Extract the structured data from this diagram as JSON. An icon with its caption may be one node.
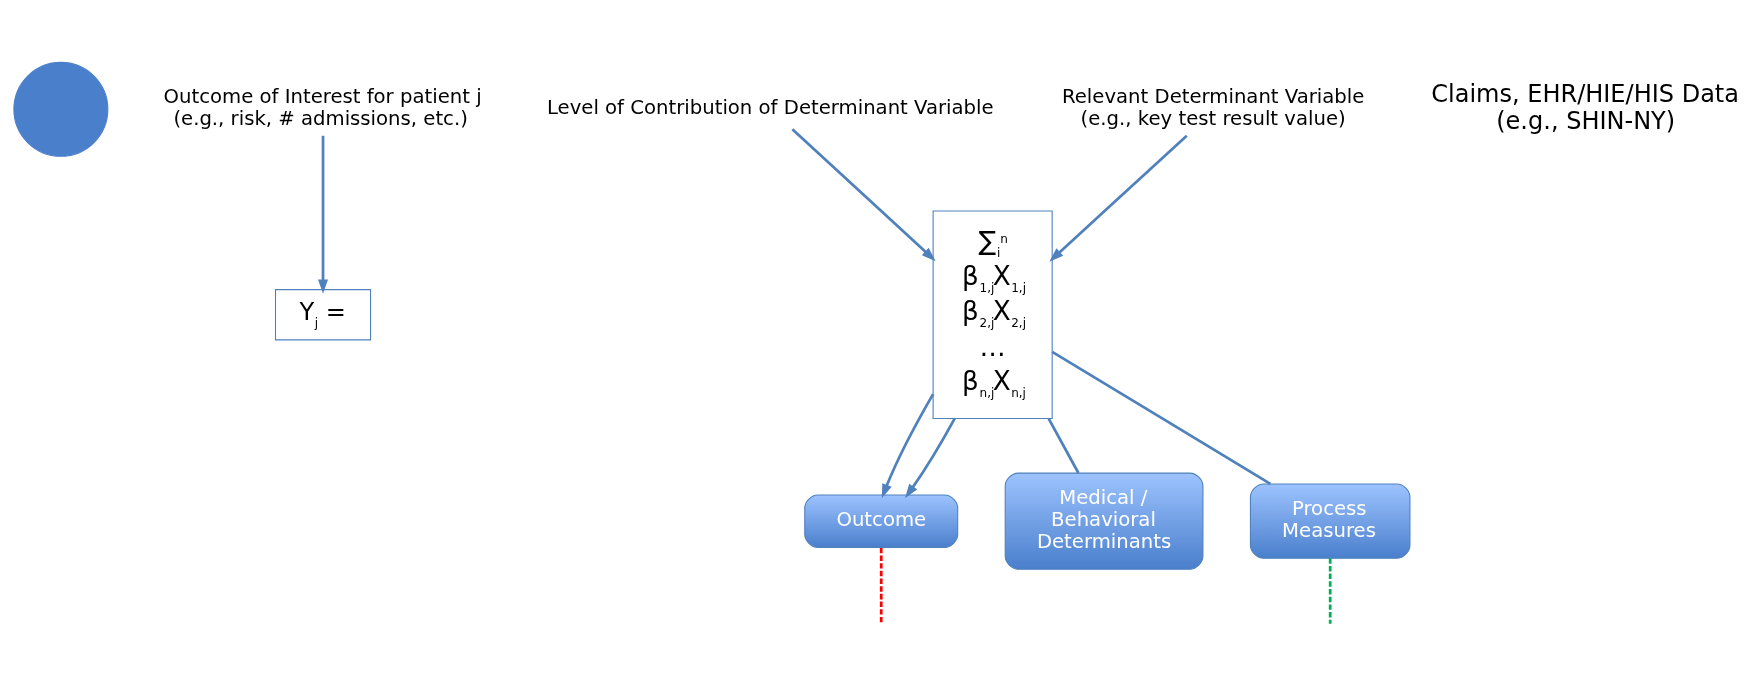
{
  "diagram": {
    "nodes": [
      {
        "text": [],
        "shape": "circle"
      },
      {
        "text": [
          "Outcome of Interest for patient j (e.g., risk, # admissions, etc.)"
        ]
      },
      {
        "text": [
          "Level of Contribution of Determinant Variable"
        ]
      },
      {
        "text": [
          "Relevant Determinant Variable (e.g., key test result value)"
        ]
      },
      {
        "text": [
          "Y$_{j}$ ="
        ]
      },
      {
        "text": [
          "∑$_{i}$$^{n}$",
          "β$_{1,j}$X$_{1,j}$",
          "β$_{2,j}$X$_{2,j}$",
          "…",
          "β$_{n,j}$X$_{n,j}$"
        ]
      },
      {
        "text": [
          "Outcome"
        ]
      },
      {
        "text": [
          "Medical / Behavioral Determinants"
        ]
      },
      {
        "text": [
          "Process Measures"
        ]
      }
    ],
    "edges": [
      {
        "from": 1,
        "to": 4,
        "arrow": "to"
      },
      {
        "from": 2,
        "to": 5,
        "arrow": "to"
      },
      {
        "from": 3,
        "to": 5,
        "arrow": "to"
      },
      {
        "from": 5,
        "to": 6,
        "arrow": "to"
      },
      {
        "from": 5,
        "to": 6,
        "arrow": "to"
      },
      {
        "from": 5,
        "to": 7,
        "arrow": "none"
      },
      {
        "from": 5,
        "to": 8,
        "arrow": "none"
      },
      {
        "from": 6,
        "to": null,
        "arrow": "none",
        "style": "dashed",
        "color": "#ff0000"
      },
      {
        "from": 8,
        "to": null,
        "arrow": "none",
        "style": "dashed",
        "color": "#00b050"
      }
    ],
    "labels": [
      "Claims, EHR/HIE/HIS Data (e.g., SHIN-NY)"
    ]
  }
}
